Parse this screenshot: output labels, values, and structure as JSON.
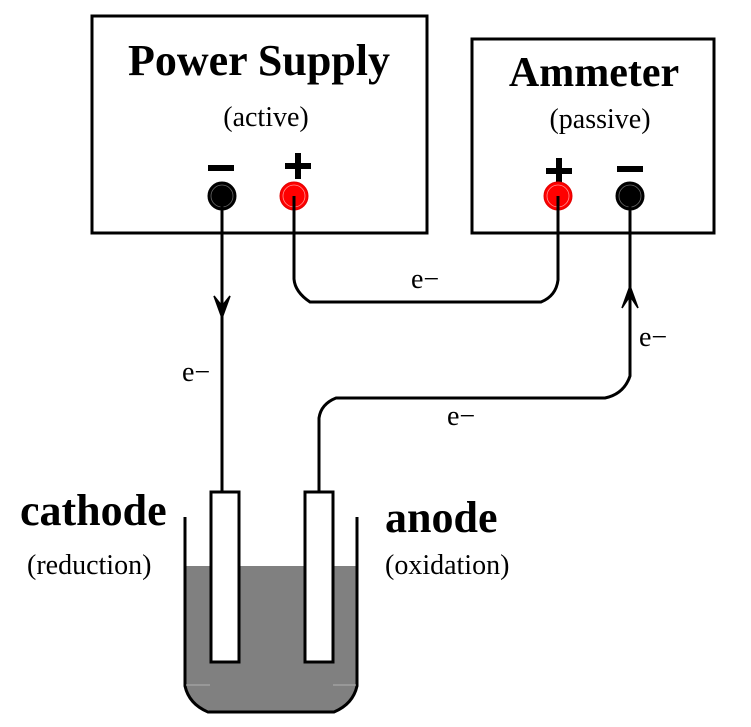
{
  "diagram": {
    "type": "electrolytic-cell-circuit",
    "power_supply": {
      "title": "Power Supply",
      "subtitle": "(active)",
      "terminals": [
        {
          "sign": "–",
          "polarity": "negative",
          "color": "#000000"
        },
        {
          "sign": "+",
          "polarity": "positive",
          "color": "#ff0000"
        }
      ]
    },
    "ammeter": {
      "title": "Ammeter",
      "subtitle": "(passive)",
      "terminals": [
        {
          "sign": "+",
          "polarity": "positive",
          "color": "#ff0000"
        },
        {
          "sign": "–",
          "polarity": "negative",
          "color": "#000000"
        }
      ]
    },
    "electron_labels": {
      "cathode_wire": "e−",
      "supply_to_ammeter_wire": "e−",
      "anode_wire": "e−",
      "ammeter_wire": "e−"
    },
    "cathode": {
      "label": "cathode",
      "sublabel": "(reduction)"
    },
    "anode": {
      "label": "anode",
      "sublabel": "(oxidation)"
    },
    "colors": {
      "line": "#000000",
      "positive_terminal": "#ff0000",
      "negative_terminal": "#000000",
      "electrolyte": "#808080",
      "electrode_fill": "#ffffff"
    }
  }
}
